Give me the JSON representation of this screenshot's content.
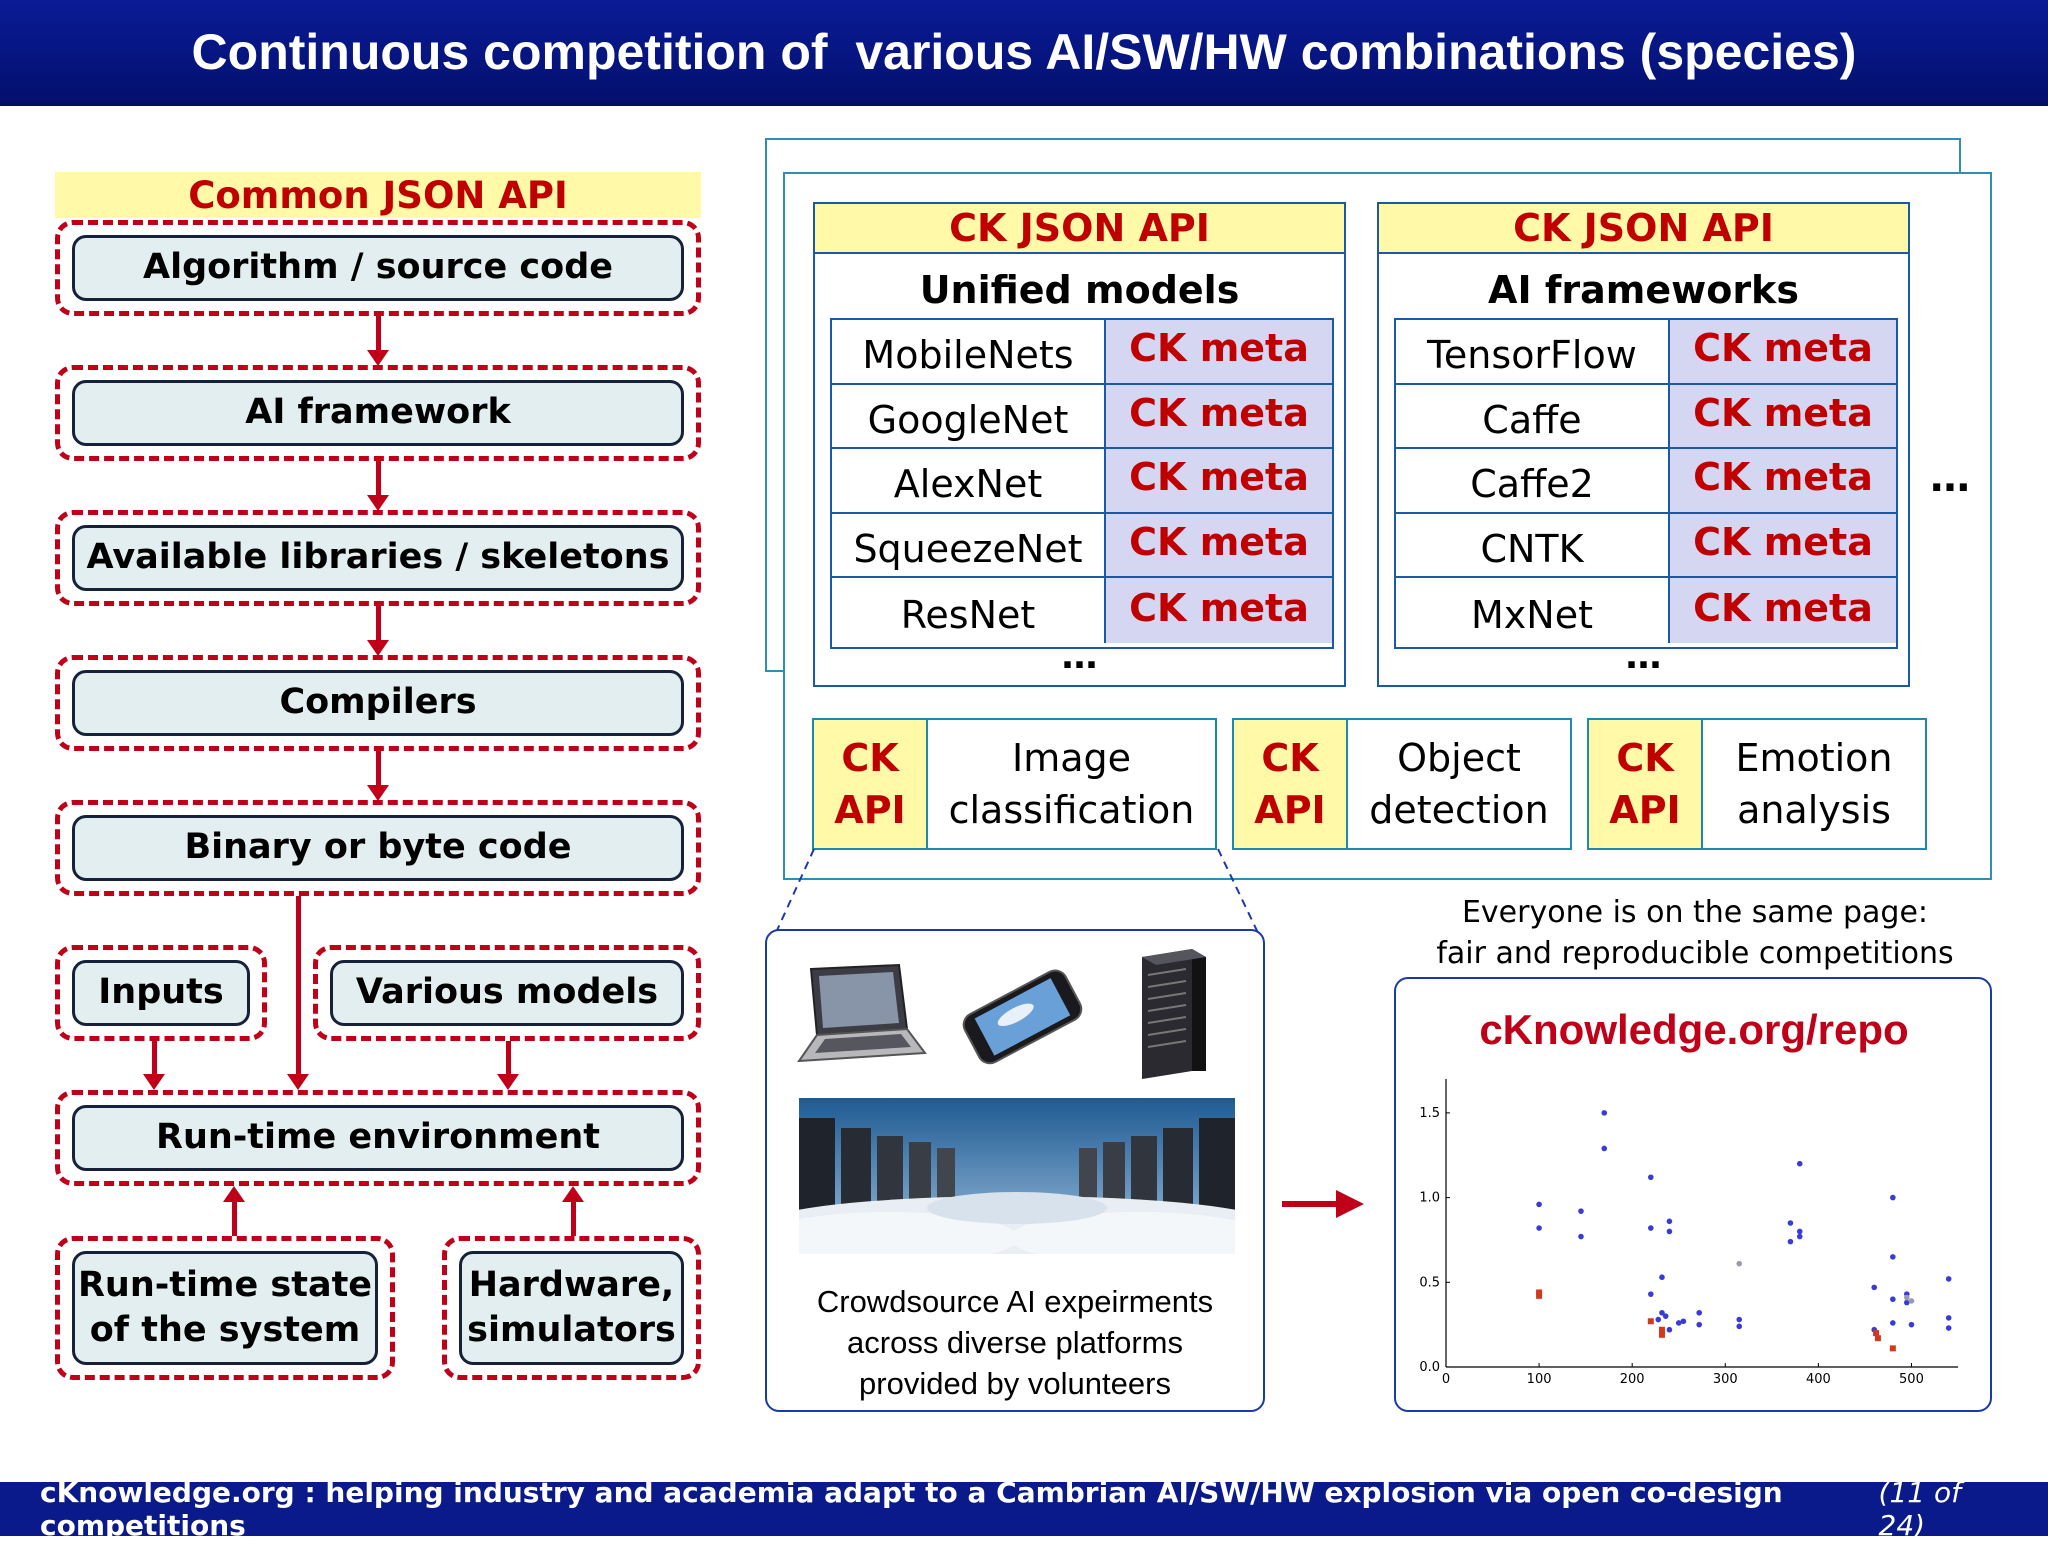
{
  "slide": {
    "title": "Continuous competition of  various AI/SW/HW combinations (species)",
    "footer_text": "cKnowledge.org : helping industry and academia adapt to a Cambrian AI/SW/HW explosion via open co-design competitions",
    "page_indicator": "(11 of 24)"
  },
  "left_flow": {
    "header": "Common JSON API",
    "stages": [
      "Algorithm / source code",
      "AI framework",
      "Available libraries / skeletons",
      "Compilers",
      "Binary or byte code"
    ],
    "inputs": "Inputs",
    "various_models": "Various models",
    "runtime_env": "Run-time environment",
    "runtime_state": "Run-time state\nof the system",
    "hardware": "Hardware,\nsimulators"
  },
  "repo_panel": {
    "models_column": {
      "header": "CK JSON API",
      "title": "Unified models",
      "rows": [
        {
          "name": "MobileNets",
          "meta": "CK meta"
        },
        {
          "name": "GoogleNet",
          "meta": "CK meta"
        },
        {
          "name": "AlexNet",
          "meta": "CK meta"
        },
        {
          "name": "SqueezeNet",
          "meta": "CK meta"
        },
        {
          "name": "ResNet",
          "meta": "CK meta"
        }
      ],
      "more": "…"
    },
    "frameworks_column": {
      "header": "CK JSON API",
      "title": "AI frameworks",
      "rows": [
        {
          "name": "TensorFlow",
          "meta": "CK meta"
        },
        {
          "name": "Caffe",
          "meta": "CK meta"
        },
        {
          "name": "Caffe2",
          "meta": "CK meta"
        },
        {
          "name": "CNTK",
          "meta": "CK meta"
        },
        {
          "name": "MxNet",
          "meta": "CK meta"
        }
      ],
      "more": "…"
    },
    "side_more": "…",
    "tasks": [
      {
        "api": "CK\nAPI",
        "label": "Image\nclassification"
      },
      {
        "api": "CK\nAPI",
        "label": "Object\ndetection"
      },
      {
        "api": "CK\nAPI",
        "label": "Emotion\nanalysis"
      }
    ]
  },
  "crowdsource": {
    "caption": "Crowdsource AI expeirments\nacross diverse platforms\nprovided by volunteers",
    "icons": [
      "laptop-icon",
      "smartphone-icon",
      "server-tower-icon",
      "server-farm-icon"
    ]
  },
  "results": {
    "tagline": "Everyone is on the same page:\nfair and reproducible competitions",
    "url": "cKnowledge.org/repo"
  },
  "colors": {
    "title_blue": "#0a1b96",
    "accent_red": "#c00018",
    "api_yellow": "#fff9a8",
    "meta_lavender": "#d4d6f2",
    "stage_fill": "#e2eef0"
  },
  "chart_data": {
    "type": "scatter",
    "title": "",
    "xlabel": "",
    "ylabel": "",
    "xlim": [
      0,
      550
    ],
    "ylim": [
      0,
      1.7
    ],
    "xticks": [
      "0",
      "100",
      "200",
      "300",
      "400",
      "500"
    ],
    "yticks": [
      "0.0",
      "0.5",
      "1.0",
      "1.5"
    ],
    "grid": false,
    "series": [
      {
        "color": "#3a3ad8",
        "points": [
          [
            100,
            0.96
          ],
          [
            100,
            0.82
          ],
          [
            145,
            0.92
          ],
          [
            145,
            0.77
          ],
          [
            170,
            1.5
          ],
          [
            170,
            1.29
          ],
          [
            220,
            1.12
          ],
          [
            220,
            0.82
          ],
          [
            220,
            0.43
          ],
          [
            228,
            0.28
          ],
          [
            232,
            0.53
          ],
          [
            232,
            0.32
          ],
          [
            236,
            0.3
          ],
          [
            240,
            0.22
          ],
          [
            240,
            0.86
          ],
          [
            240,
            0.8
          ],
          [
            250,
            0.26
          ],
          [
            255,
            0.27
          ],
          [
            272,
            0.32
          ],
          [
            272,
            0.25
          ],
          [
            315,
            0.28
          ],
          [
            315,
            0.24
          ],
          [
            370,
            0.85
          ],
          [
            370,
            0.74
          ],
          [
            380,
            1.2
          ],
          [
            380,
            0.8
          ],
          [
            380,
            0.77
          ],
          [
            460,
            0.47
          ],
          [
            460,
            0.22
          ],
          [
            480,
            1.0
          ],
          [
            480,
            0.65
          ],
          [
            480,
            0.4
          ],
          [
            480,
            0.26
          ],
          [
            495,
            0.43
          ],
          [
            495,
            0.38
          ],
          [
            500,
            0.25
          ],
          [
            540,
            0.52
          ],
          [
            540,
            0.29
          ],
          [
            540,
            0.23
          ]
        ]
      },
      {
        "color": "#d43a1a",
        "points": [
          [
            100,
            0.44
          ],
          [
            100,
            0.42
          ],
          [
            220,
            0.27
          ],
          [
            232,
            0.22
          ],
          [
            232,
            0.19
          ],
          [
            462,
            0.2
          ],
          [
            464,
            0.17
          ],
          [
            480,
            0.11
          ]
        ]
      },
      {
        "color": "#9a9ab0",
        "points": [
          [
            315,
            0.61
          ],
          [
            495,
            0.41
          ],
          [
            500,
            0.39
          ]
        ]
      }
    ]
  }
}
